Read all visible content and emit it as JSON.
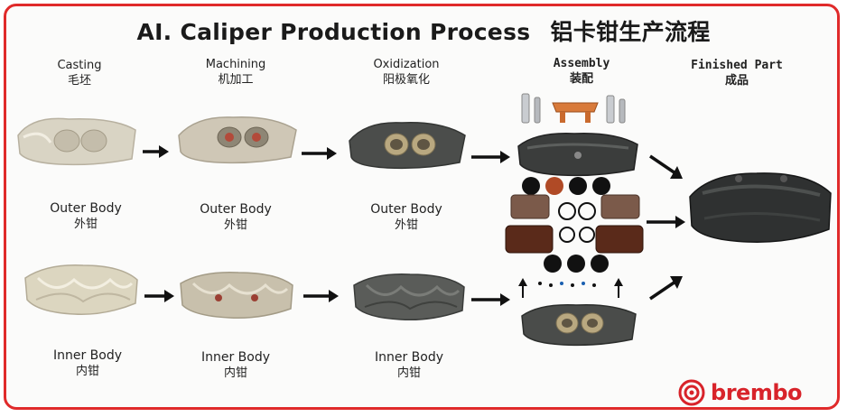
{
  "title": {
    "en": "AI. Caliper Production Process",
    "cn": "铝卡钳生产流程"
  },
  "stages": [
    {
      "en": "Casting",
      "cn": "毛坯"
    },
    {
      "en": "Machining",
      "cn": "机加工"
    },
    {
      "en": "Oxidization",
      "cn": "阳极氧化"
    },
    {
      "en": "Assembly",
      "cn": "装配"
    },
    {
      "en": "Finished Part",
      "cn": "成品"
    }
  ],
  "outer_label": {
    "en": "Outer Body",
    "cn": "外钳"
  },
  "inner_label": {
    "en": "Inner Body",
    "cn": "内钳"
  },
  "brand": {
    "name": "brembo",
    "color": "#d8232a"
  },
  "colors": {
    "frame": "#e02a2a",
    "raw_metal": "#d9d4c4",
    "machined": "#c9c2b2",
    "anodized": "#4b4d4b",
    "finished": "#2f3131"
  }
}
